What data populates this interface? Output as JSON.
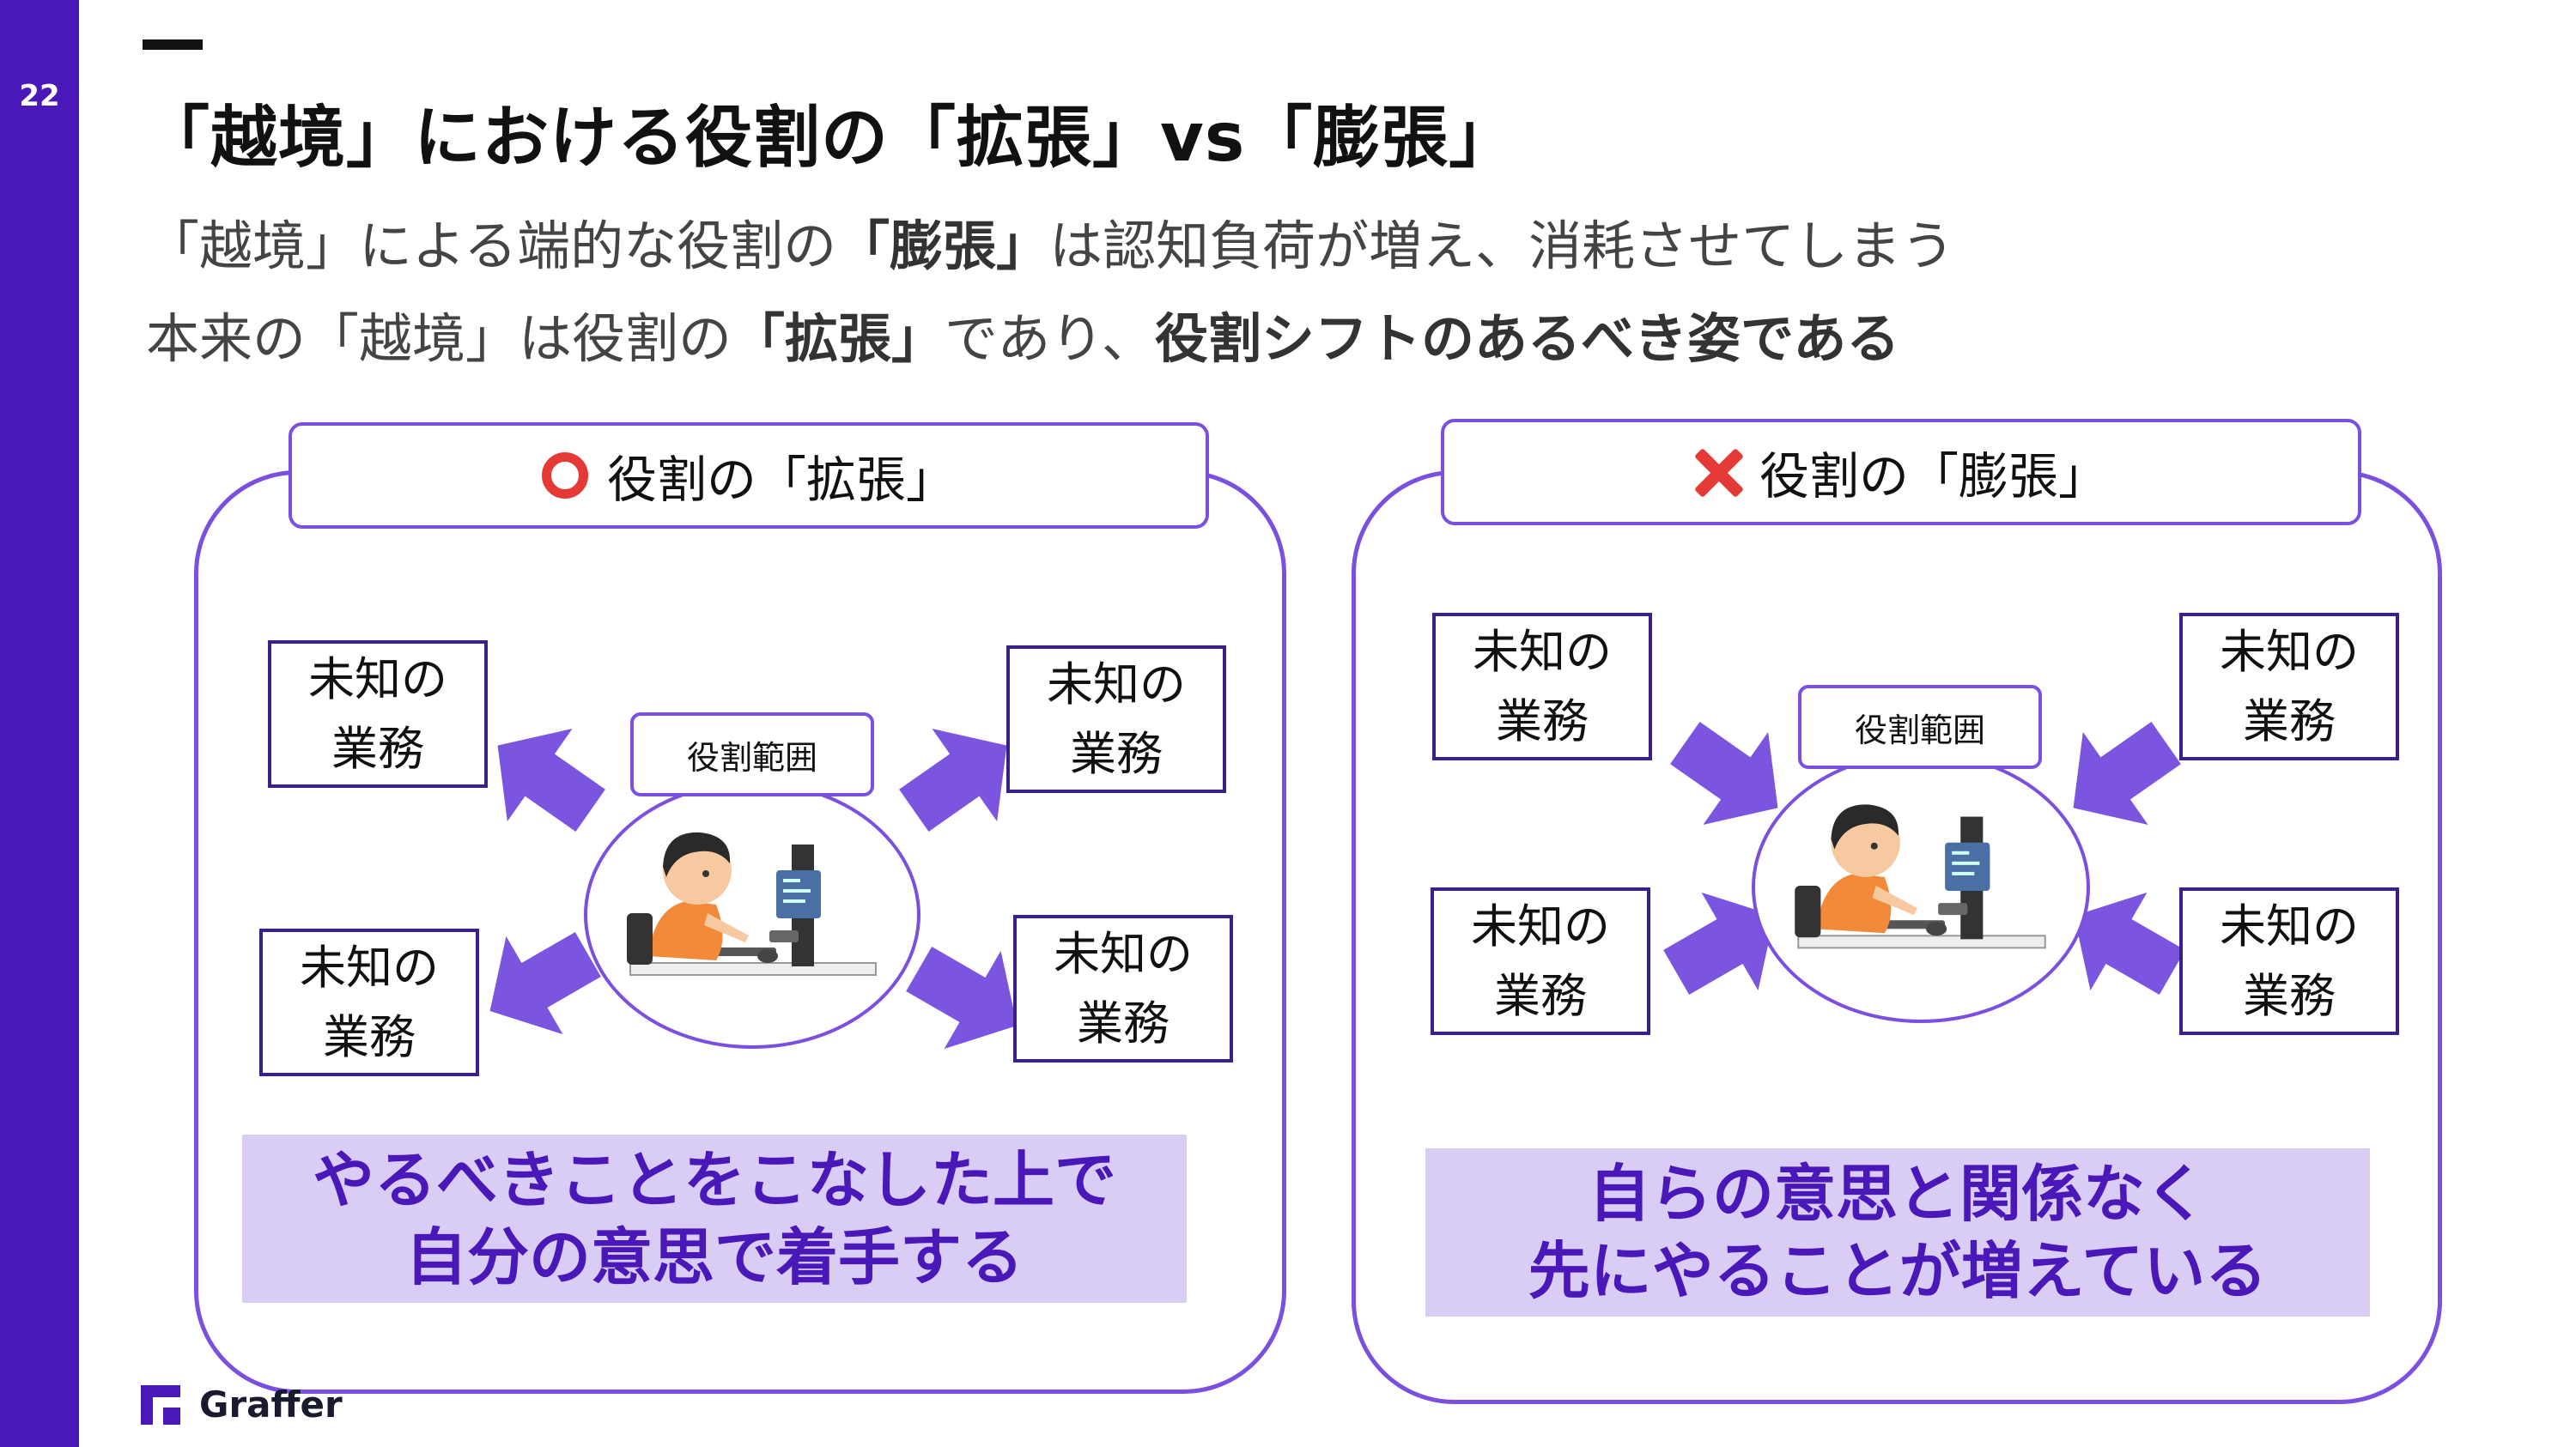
{
  "page_number": "22",
  "title": "「越境」における役割の「拡張」vs「膨張」",
  "subtitle": {
    "line1": {
      "pre": "「越境」による端的な役割の",
      "bold": "「膨張」",
      "post": "は認知負荷が増え、消耗させてしまう"
    },
    "line2": {
      "pre": "本来の「越境」は役割の",
      "bold1": "「拡張」",
      "mid": "であり、",
      "bold2": "役割シフトのあるべき姿である"
    }
  },
  "left_panel": {
    "heading": "役割の「拡張」",
    "range_label": "役割範囲",
    "tasks": [
      "未知の\n業務",
      "未知の\n業務",
      "未知の\n業務",
      "未知の\n業務"
    ],
    "caption": "やるべきことをこなした上で\n自分の意思で着手する"
  },
  "right_panel": {
    "heading": "役割の「膨張」",
    "range_label": "役割範囲",
    "tasks": [
      "未知の\n業務",
      "未知の\n業務",
      "未知の\n業務",
      "未知の\n業務"
    ],
    "caption": "自らの意思と関係なく\n先にやることが増えている"
  },
  "logo_text": "Graffer",
  "colors": {
    "brand": "#4a18b8",
    "accent": "#7b4fe0",
    "arrow": "#7b55e0",
    "caption_bg": "#d9cdf6",
    "mark_red": "#e53935"
  },
  "icons": {
    "left_mark": "circle-icon",
    "right_mark": "cross-icon"
  }
}
